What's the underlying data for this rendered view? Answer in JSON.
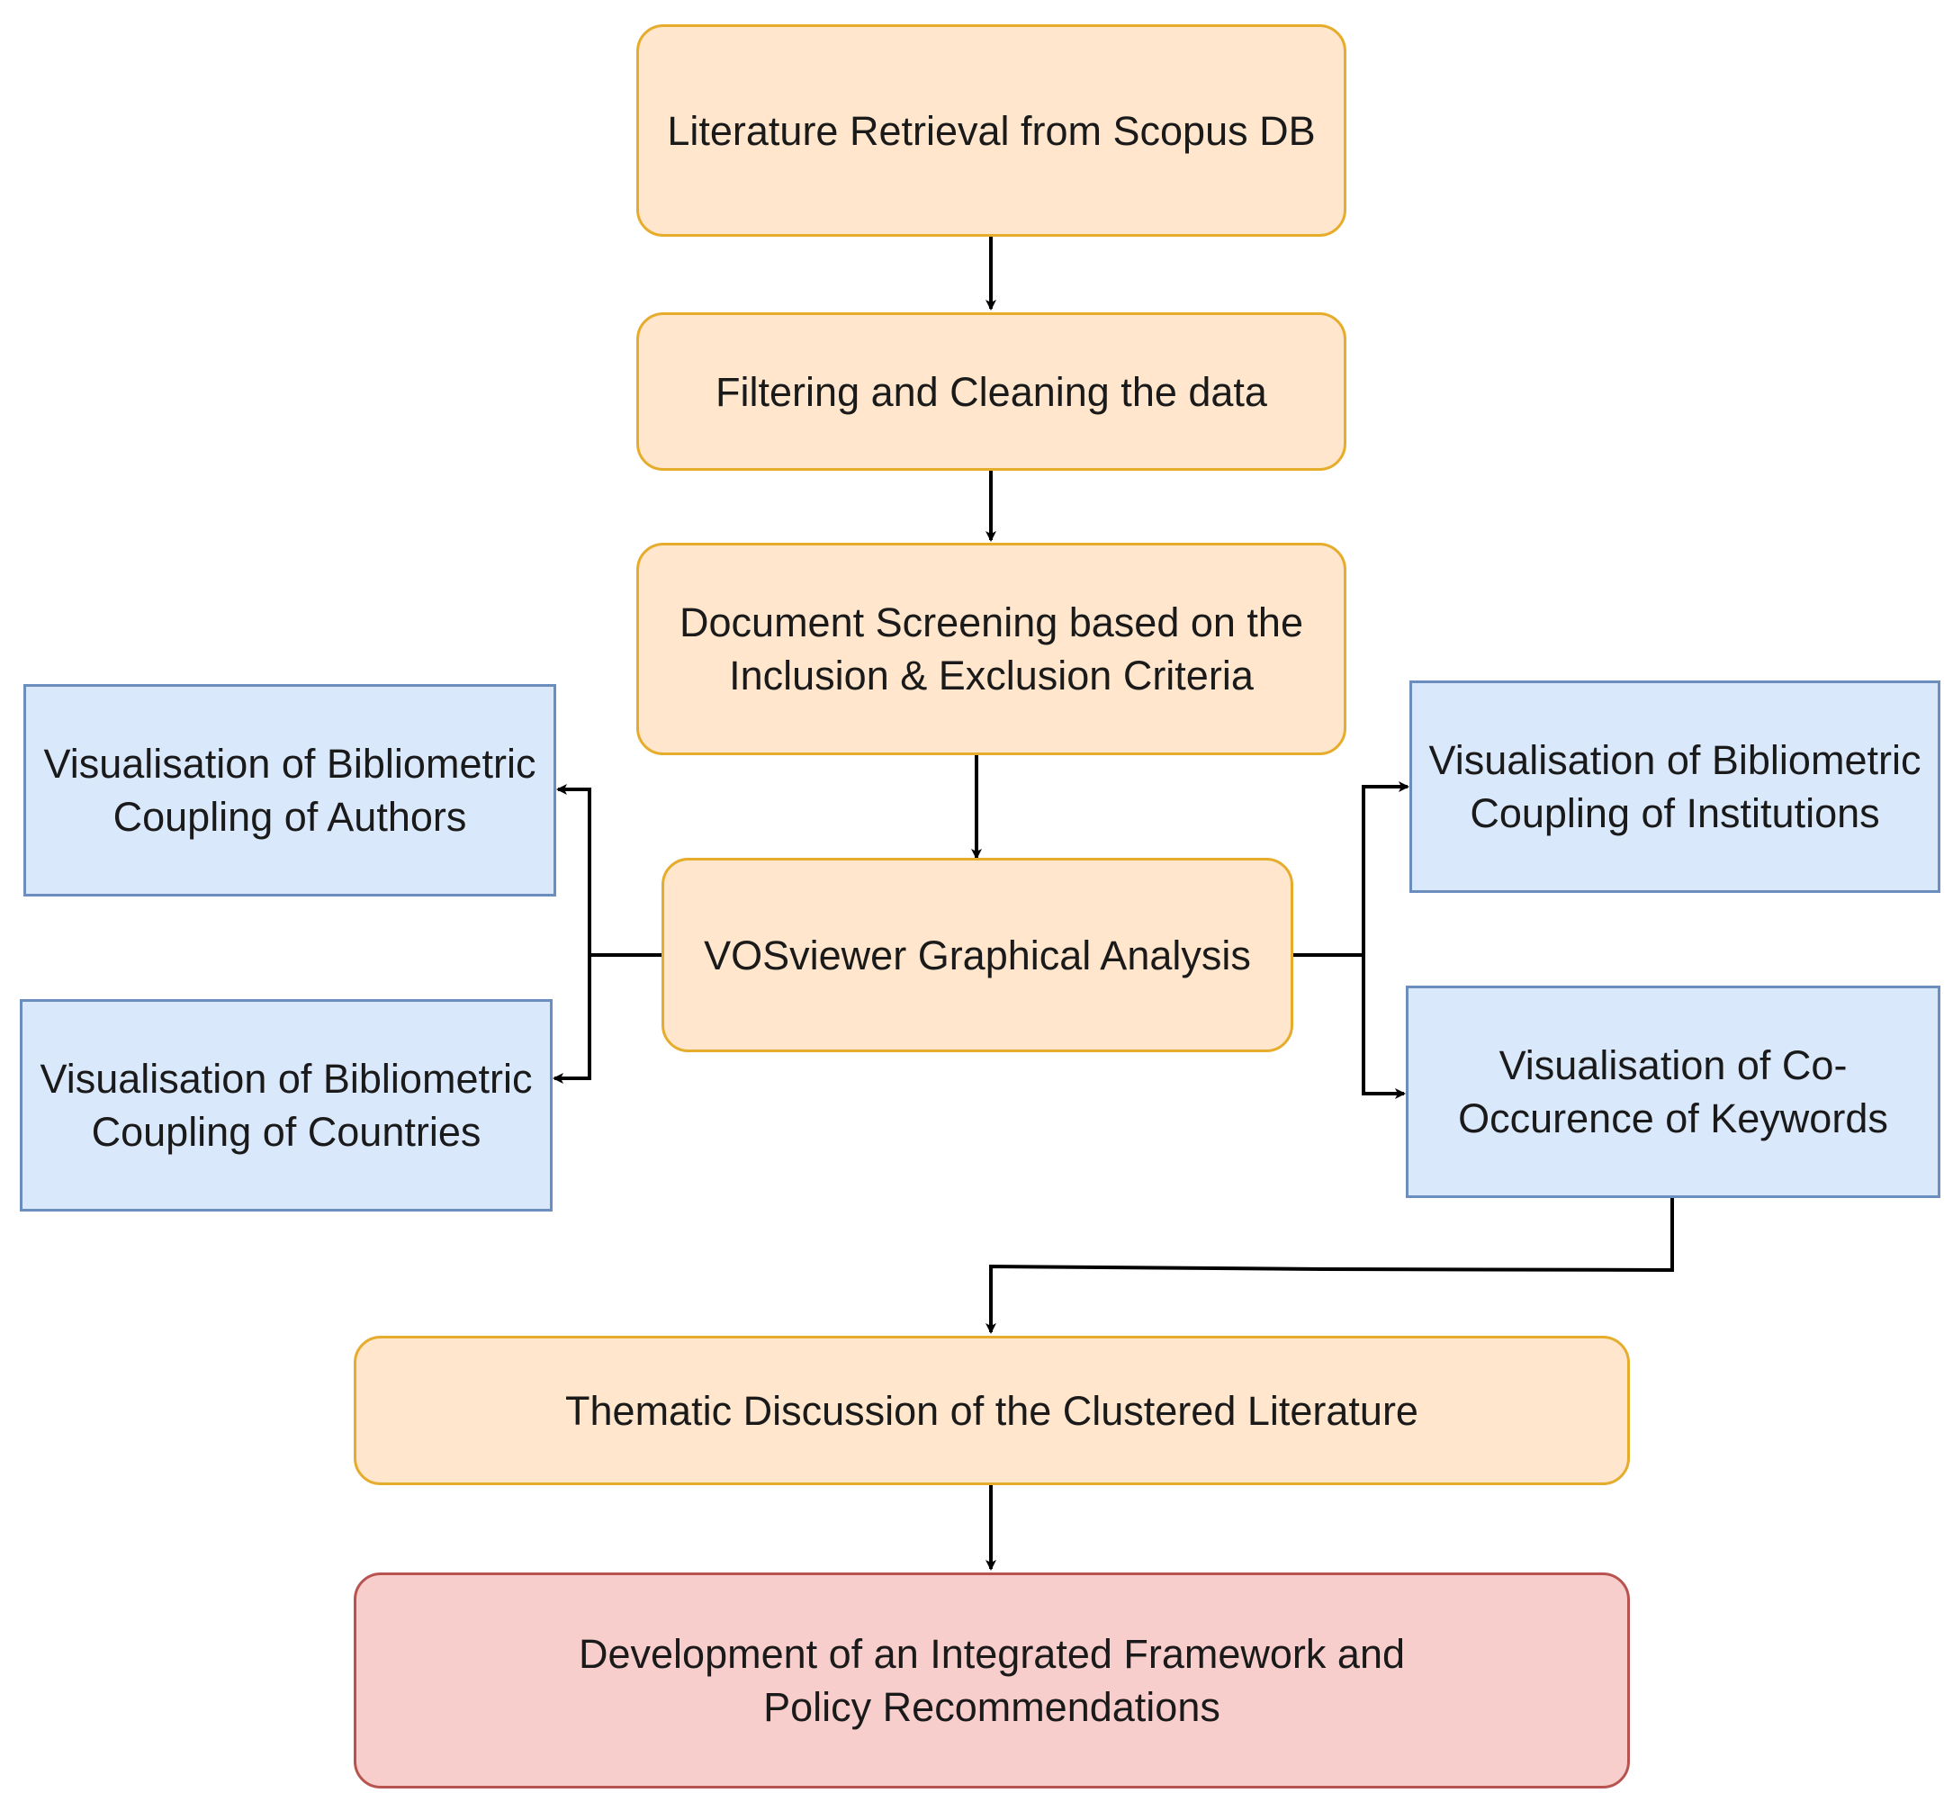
{
  "nodes": {
    "literature_retrieval": "Literature Retrieval from Scopus DB",
    "filtering_cleaning": "Filtering and Cleaning the data",
    "document_screening": "Document Screening based on the\nInclusion & Exclusion Criteria",
    "vosviewer_analysis": "VOSviewer Graphical Analysis",
    "vis_authors": "Visualisation of Bibliometric\nCoupling of Authors",
    "vis_countries": "Visualisation of Bibliometric\nCoupling of Countries",
    "vis_institutions": "Visualisation of Bibliometric\nCoupling of Institutions",
    "vis_keywords": "Visualisation of Co-\nOccurence of Keywords",
    "thematic_discussion": "Thematic Discussion of the Clustered Literature",
    "framework_development": "Development of an Integrated Framework and\nPolicy Recommendations"
  },
  "colors": {
    "process_fill": "#ffe6cc",
    "process_stroke": "#e6ac2c",
    "visualisation_fill": "#dae8fc",
    "visualisation_stroke": "#6c8ebf",
    "outcome_fill": "#f8cecc",
    "outcome_stroke": "#b85450",
    "connector": "#000000"
  }
}
